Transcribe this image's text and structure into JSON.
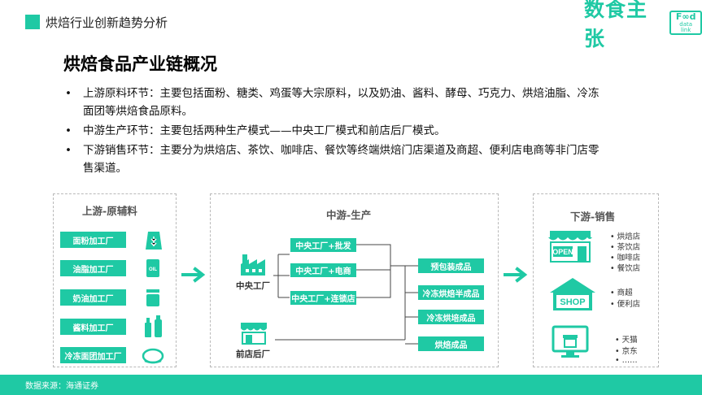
{
  "header": {
    "title": "烘焙行业创新趋势分析",
    "brand_cn": "数食主张",
    "brand_en": "F∞d",
    "brand_sub": "data link"
  },
  "main_title": "烘焙食品产业链概况",
  "bullets": [
    {
      "dot": "•",
      "line1": "上游原料环节：主要包括面粉、糖类、鸡蛋等大宗原料，以及奶油、酱料、酵母、巧克力、烘焙油脂、冷冻",
      "line2": "面团等烘焙食品原料。"
    },
    {
      "dot": "•",
      "line1": "中游生产环节：主要包括两种生产模式——中央工厂模式和前店后厂模式。",
      "line2": ""
    },
    {
      "dot": "•",
      "line1": "下游销售环节：主要分为烘焙店、茶饮、咖啡店、餐饮等终端烘焙门店渠道及商超、便利店电商等非门店零",
      "line2": "售渠道。"
    }
  ],
  "diagram": {
    "upstream": {
      "title": "上游-原辅料",
      "items": [
        "面粉加工厂",
        "油脂加工厂",
        "奶油加工厂",
        "酱料加工厂",
        "冷冻面团加工厂"
      ],
      "icon_oil_text": "OIL"
    },
    "midstream": {
      "title": "中游-生产",
      "central_factory": "中央工厂",
      "front_store": "前店后厂",
      "modes": [
        "中央工厂+批发",
        "中央工厂+电商",
        "中央工厂+连锁店"
      ],
      "products": [
        "预包装成品",
        "冷冻烘焙半成品",
        "冷冻烘培成品",
        "烘焙成品"
      ]
    },
    "downstream": {
      "title": "下游-销售",
      "open_sign": "OPEN",
      "shop_sign": "SHOP",
      "group1": [
        "烘焙店",
        "茶饮店",
        "咖啡店",
        "餐饮店"
      ],
      "group2": [
        "商超",
        "便利店"
      ],
      "group3": [
        "天猫",
        "京东",
        "……"
      ],
      "bullet": "•"
    },
    "colors": {
      "accent": "#1fc9a4",
      "arrow": "#1fc9a4",
      "border": "#b9b9b9",
      "line": "#444444"
    }
  },
  "footer": {
    "source": "数据来源：海通证券"
  }
}
